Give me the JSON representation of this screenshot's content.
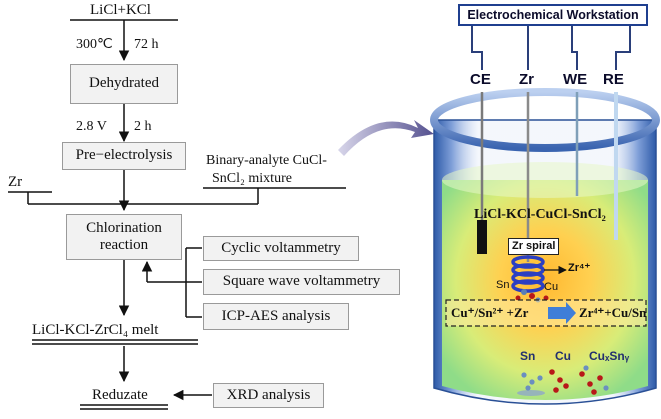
{
  "flowchart": {
    "start_label": "LiCl+KCl",
    "step1_temp": "300℃",
    "step1_time": "72 h",
    "box_dehydrated": "Dehydrated",
    "step2_voltage": "2.8 V",
    "step2_time": "2 h",
    "box_preelectrolysis": "Pre−electrolysis",
    "zr_label": "Zr",
    "binary_line1": "Binary-analyte CuCl-",
    "binary_line2": "SnCl₂  mixture",
    "box_chlorination_line1": "Chlorination",
    "box_chlorination_line2": "reaction",
    "analysis": [
      "Cyclic voltammetry",
      "Square wave voltammetry",
      "ICP-AES analysis"
    ],
    "melt_label": "LiCl-KCl-ZrCl₄ melt",
    "reduzate_label": "Reduzate",
    "xrd_label": "XRD analysis"
  },
  "cell": {
    "workstation_title": "Electrochemical Workstation",
    "electrodes": [
      "CE",
      "Zr",
      "WE",
      "RE"
    ],
    "melt_label": "LiCl-KCl-CuCl-SnCl₂",
    "zr_spiral_label": "Zr spiral",
    "zr_ion": "Zr⁴⁺",
    "sn_label": "Sn",
    "cu_label": "Cu",
    "reaction_left": "Cu⁺/Sn²⁺ +Zr",
    "reaction_right": "Zr⁴⁺+Cu/Sn",
    "products": [
      "Sn",
      "Cu",
      "CuₓSnᵧ"
    ]
  },
  "colors": {
    "workstation_border": "#1f3f8f",
    "beaker_blue": "#3a64b0",
    "melt_center": "#ffc640",
    "melt_edge": "#9fe08a",
    "sn_particle": "#5a7fb5",
    "cu_particle": "#b81818"
  }
}
